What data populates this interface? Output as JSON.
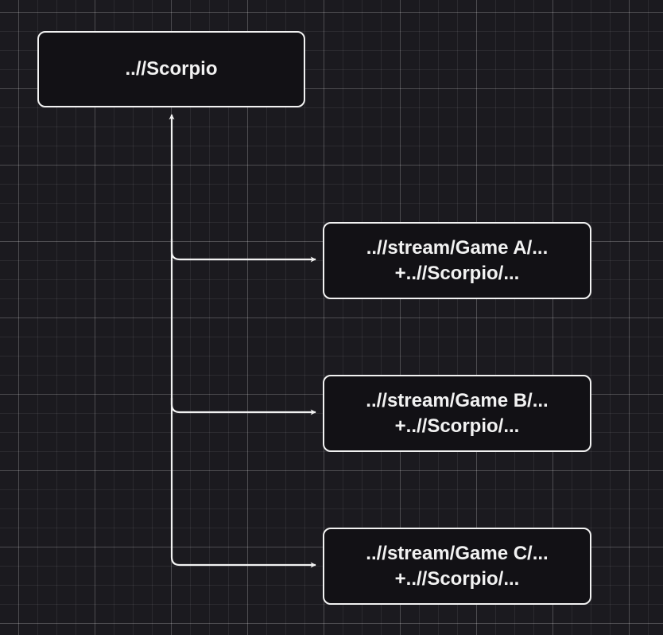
{
  "diagram": {
    "root": {
      "label": "..//Scorpio"
    },
    "children": [
      {
        "line1": "..//stream/Game A/...",
        "line2": "+..//Scorpio/..."
      },
      {
        "line1": "..//stream/Game B/...",
        "line2": "+..//Scorpio/..."
      },
      {
        "line1": "..//stream/Game C/...",
        "line2": "+..//Scorpio/..."
      }
    ]
  },
  "colors": {
    "background": "#1b1a1f",
    "node_fill": "#121115",
    "stroke": "#f2f2f2"
  }
}
